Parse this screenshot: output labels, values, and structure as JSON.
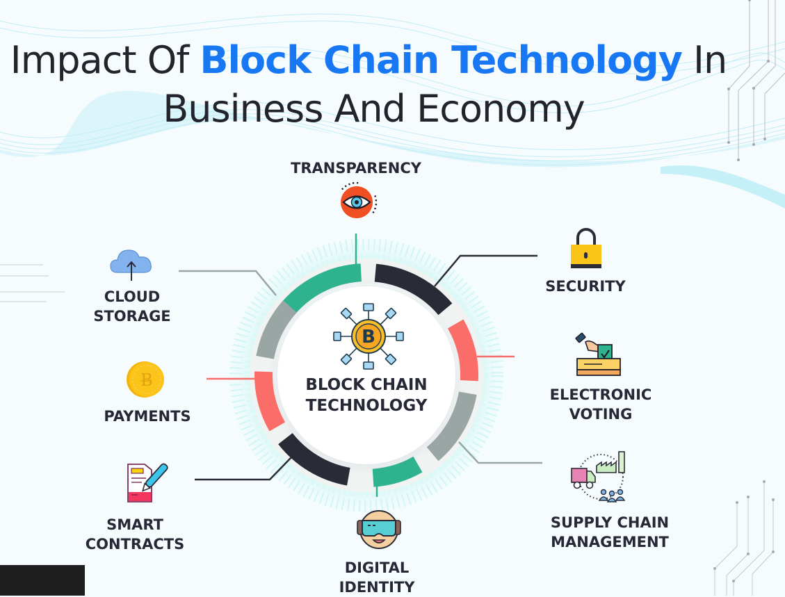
{
  "title": {
    "line1_prefix": "Impact Of ",
    "line1_accent": "Block Chain Technology",
    "line1_suffix": " In",
    "line2": "Business And Economy",
    "accent_color": "#1877f2"
  },
  "center": {
    "icon": "bitcoin-network-icon",
    "line1": "BLOCK CHAIN",
    "line2": "TECHNOLOGY"
  },
  "ring_colors": {
    "teal": "#2fb38e",
    "dark": "#2b2b37",
    "coral": "#fb6d68",
    "gray": "#9aa6a4"
  },
  "features": [
    {
      "id": "transparency",
      "icon": "eye-icon",
      "line1": "TRANSPARENCY",
      "line2": ""
    },
    {
      "id": "security",
      "icon": "padlock-icon",
      "line1": "SECURITY",
      "line2": ""
    },
    {
      "id": "electronic-voting",
      "icon": "ballot-box-icon",
      "line1": "ELECTRONIC",
      "line2": "VOTING"
    },
    {
      "id": "supply-chain",
      "icon": "supply-chain-icon",
      "line1": "SUPPLY CHAIN",
      "line2": "MANAGEMENT"
    },
    {
      "id": "digital-identity",
      "icon": "vr-headset-face-icon",
      "line1": "DIGITAL",
      "line2": "IDENTITY"
    },
    {
      "id": "smart-contracts",
      "icon": "contract-pen-icon",
      "line1": "SMART",
      "line2": "CONTRACTS"
    },
    {
      "id": "payments",
      "icon": "coin-icon",
      "line1": "PAYMENTS",
      "line2": ""
    },
    {
      "id": "cloud-storage",
      "icon": "cloud-upload-icon",
      "line1": "CLOUD",
      "line2": "STORAGE"
    }
  ]
}
